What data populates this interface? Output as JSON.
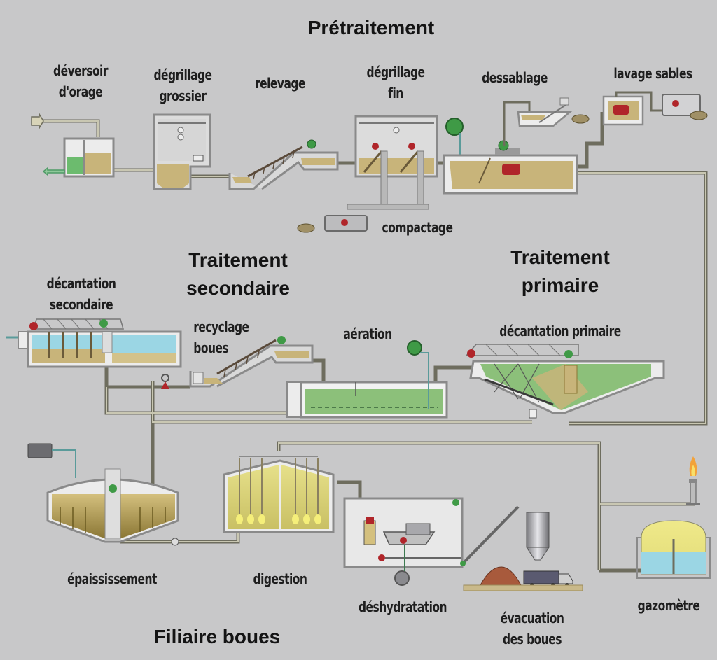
{
  "sections": {
    "pretreatment": "Prétraitement",
    "secondary": [
      "Traitement",
      "secondaire"
    ],
    "primary": [
      "Traitement",
      "primaire"
    ],
    "sludge": "Filiaire boues"
  },
  "stages": {
    "storm_overflow": [
      "déversoir",
      "d'orage"
    ],
    "coarse_screening": [
      "dégrillage",
      "grossier"
    ],
    "lifting": "relevage",
    "fine_screening": [
      "dégrillage",
      "fin"
    ],
    "grit_removal": "dessablage",
    "sand_washing": "lavage sables",
    "compaction": "compactage",
    "secondary_settling": [
      "décantation",
      "secondaire"
    ],
    "sludge_recycling": [
      "recyclage",
      "boues"
    ],
    "aeration": "aération",
    "primary_settling": "décantation primaire",
    "thickening": "épaississement",
    "digestion": "digestion",
    "dewatering": "déshydratation",
    "sludge_disposal": [
      "évacuation",
      "des boues"
    ],
    "gasometer": "gazomètre"
  },
  "colors": {
    "background": "#c8c8c9",
    "sludge": "#c8b47a",
    "water_green": "#8cc07a",
    "clear_water": "#9bd6e4",
    "gas_yellow": "#efe98a",
    "pump_red": "#b0252a",
    "motor_green": "#3f9a46",
    "pipe": "#7b7a6a"
  }
}
